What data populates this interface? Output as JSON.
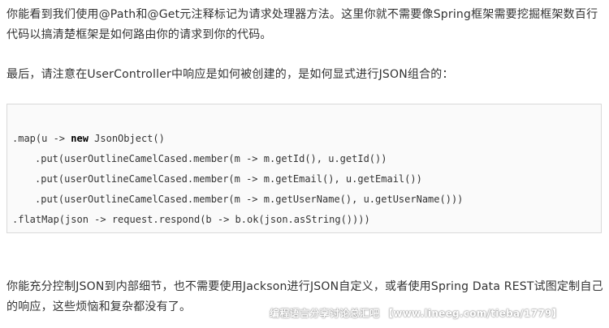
{
  "paragraphs": {
    "intro": "你能看到我们使用@Path和@Get元注释标记为请求处理器方法。这里你就不需要像Spring框架需要挖掘框架数百行代码以搞清楚框架是如何路由你的请求到你的代码。",
    "finally": "最后，请注意在UserController中响应是如何被创建的，是如何显式进行JSON组合的：",
    "conclusion": "你能充分控制JSON到内部细节，也不需要使用Jackson进行JSON自定义，或者使用Spring Data REST试图定制自己的响应，这些烦恼和复杂都没有了。"
  },
  "code": {
    "line1_pre": ".map(u -> ",
    "line1_kw": "new",
    "line1_post": " JsonObject()",
    "line2": ".put(userOutlineCamelCased.member(m -> m.getId(), u.getId())",
    "line3": ".put(userOutlineCamelCased.member(m -> m.getEmail(), u.getEmail())",
    "line4": ".put(userOutlineCamelCased.member(m -> m.getUserName(), u.getUserName()))",
    "line5": ".flatMap(json -> request.respond(b -> b.ok(json.asString())))"
  },
  "watermark": "编程语言分享讨论总汇吧 【www.lineeg.com/tieba/1779】"
}
